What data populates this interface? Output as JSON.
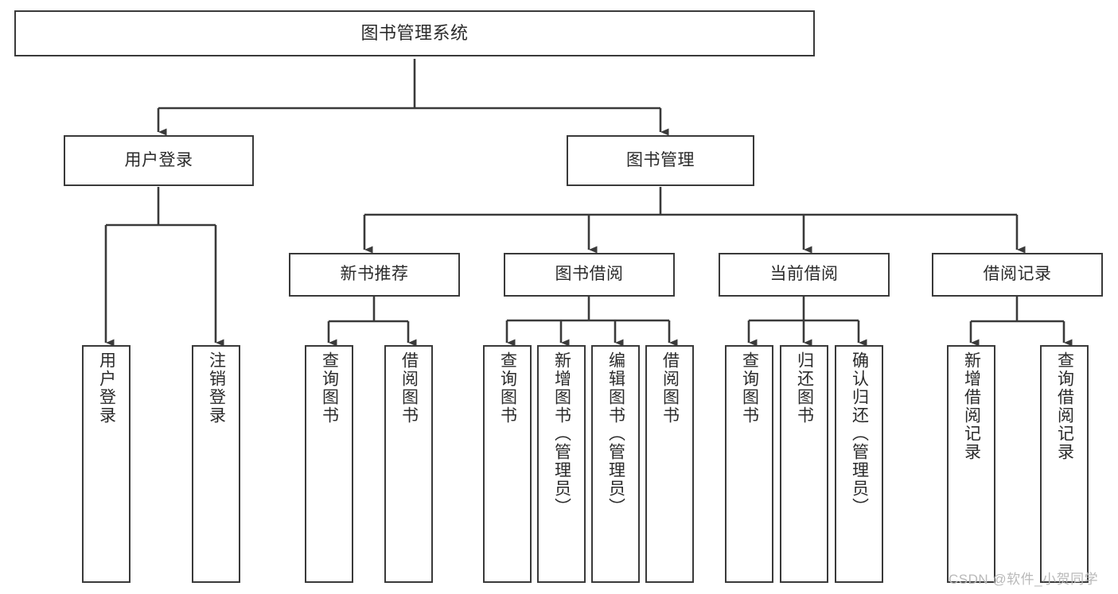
{
  "diagram": {
    "title": "图书管理系统",
    "type": "hierarchy-tree",
    "watermark": "CSDN @软件_小贺同学",
    "colors": {
      "stroke": "#3a3a3a",
      "fill": "#ffffff",
      "text": "#2b2b2b",
      "watermark": "#b9b9b9"
    },
    "nodes": {
      "root": {
        "label": "图书管理系统"
      },
      "level1": [
        {
          "id": "user-login",
          "label": "用户登录"
        },
        {
          "id": "book-manage",
          "label": "图书管理"
        }
      ],
      "level2": [
        {
          "id": "new-book-rec",
          "label": "新书推荐"
        },
        {
          "id": "book-borrow",
          "label": "图书借阅"
        },
        {
          "id": "current-borrow",
          "label": "当前借阅"
        },
        {
          "id": "borrow-record",
          "label": "借阅记录"
        }
      ],
      "leaves": {
        "user-login": [
          {
            "id": "leaf-user-login",
            "label": "用户登录"
          },
          {
            "id": "leaf-logout",
            "label": "注销登录"
          }
        ],
        "new-book-rec": [
          {
            "id": "leaf-query-book-1",
            "label": "查询图书"
          },
          {
            "id": "leaf-borrow-book-1",
            "label": "借阅图书"
          }
        ],
        "book-borrow": [
          {
            "id": "leaf-query-book-2",
            "label": "查询图书"
          },
          {
            "id": "leaf-add-book",
            "label": "新增图书（管理员）"
          },
          {
            "id": "leaf-edit-book",
            "label": "编辑图书（管理员）"
          },
          {
            "id": "leaf-borrow-book-2",
            "label": "借阅图书"
          }
        ],
        "current-borrow": [
          {
            "id": "leaf-query-book-3",
            "label": "查询图书"
          },
          {
            "id": "leaf-return-book",
            "label": "归还图书"
          },
          {
            "id": "leaf-confirm-return",
            "label": "确认归还（管理员）"
          }
        ],
        "borrow-record": [
          {
            "id": "leaf-add-record",
            "label": "新增借阅记录"
          },
          {
            "id": "leaf-query-record",
            "label": "查询借阅记录"
          }
        ]
      }
    }
  }
}
